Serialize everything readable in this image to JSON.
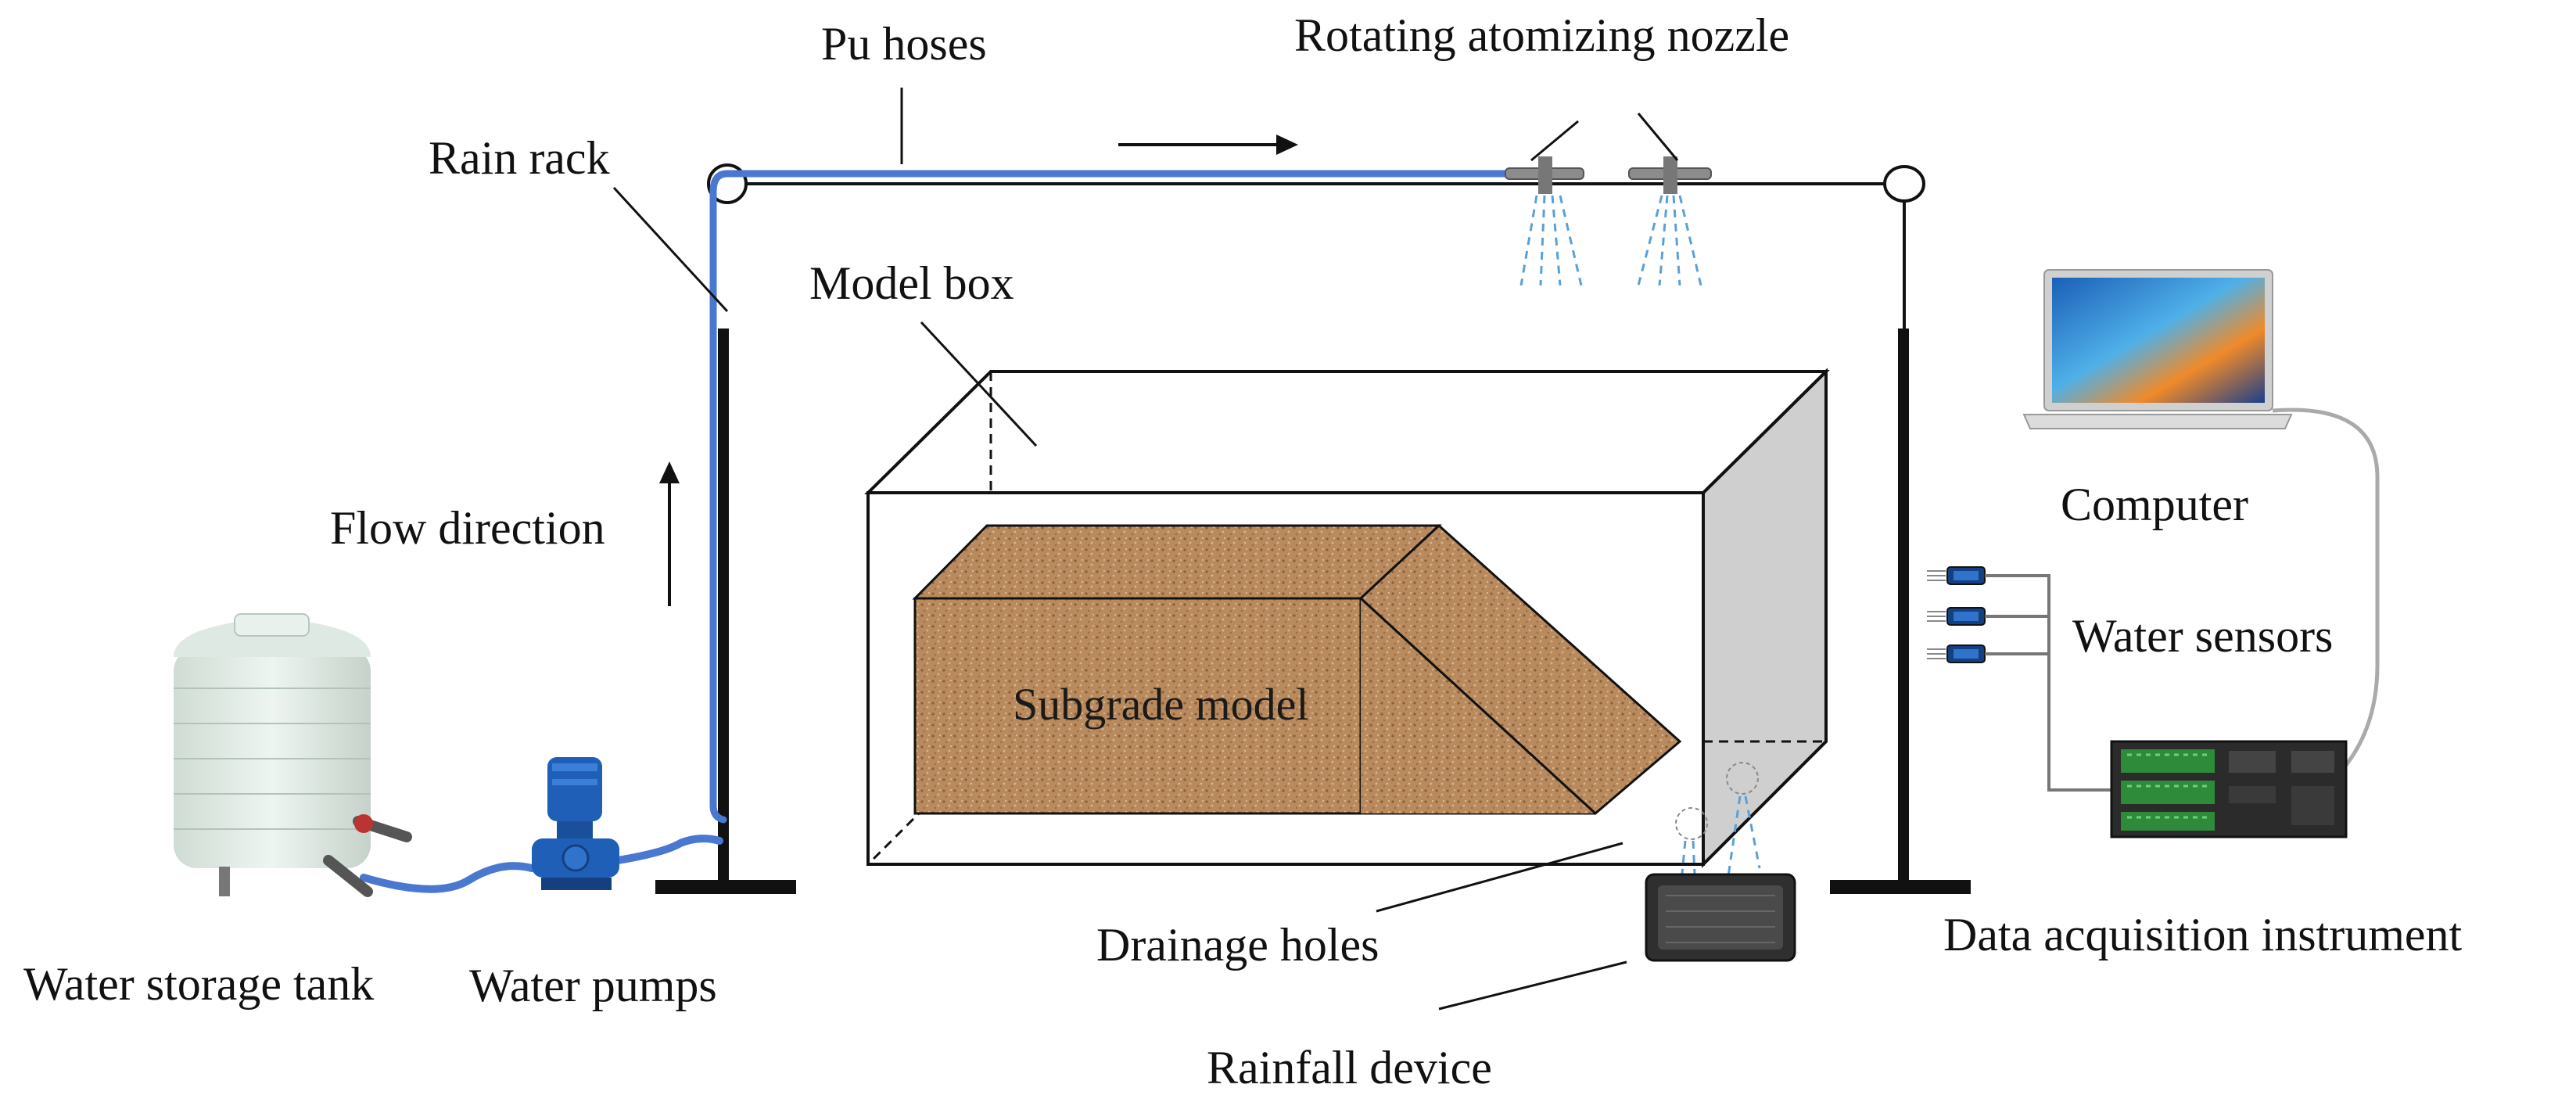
{
  "labels": {
    "pu_hoses": "Pu hoses",
    "rotating_nozzle": "Rotating atomizing nozzle",
    "rain_rack": "Rain rack",
    "model_box": "Model box",
    "flow_direction": "Flow direction",
    "computer": "Computer",
    "water_sensors": "Water sensors",
    "subgrade_model": "Subgrade model",
    "drainage_holes": "Drainage holes",
    "data_acquisition": "Data acquisition instrument",
    "water_storage_tank": "Water storage tank",
    "water_pumps": "Water pumps",
    "rainfall_device": "Rainfall device"
  },
  "colors": {
    "hose": "#4a78d0",
    "frame": "#111111",
    "soil": "#b88a5e",
    "box_side": "#cfcfcf",
    "spray": "#5aa0d8",
    "tank": "#e4eee8",
    "pump": "#1f5fb8"
  }
}
